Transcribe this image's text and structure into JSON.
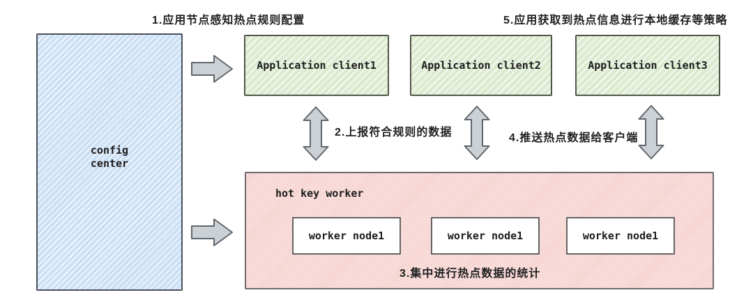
{
  "diagram": {
    "annotations": {
      "step1": "1.应用节点感知热点规则配置",
      "step2": "2.上报符合规则的数据",
      "step3": "3.集中进行热点数据的统计",
      "step4": "4.推送热点数据给客户端",
      "step5": "5.应用获取到热点信息进行本地缓存等策略"
    },
    "nodes": {
      "config_center": "config\ncenter",
      "clients": [
        {
          "label": "Application client1"
        },
        {
          "label": "Application client2"
        },
        {
          "label": "Application client3"
        }
      ],
      "worker_panel": {
        "label": "hot key worker",
        "nodes": [
          {
            "label": "worker node1"
          },
          {
            "label": "worker node1"
          },
          {
            "label": "worker node1"
          }
        ]
      }
    },
    "colors": {
      "config_fill": "#cbdff5",
      "client_fill": "#dcebcf",
      "worker_fill": "#f6d2cf",
      "worker_node_fill": "#ffffff",
      "arrow_fill": "#ccd1d6",
      "arrow_stroke": "#5f666c",
      "box_border": "#565b60",
      "text": "#1f1f1f"
    }
  }
}
